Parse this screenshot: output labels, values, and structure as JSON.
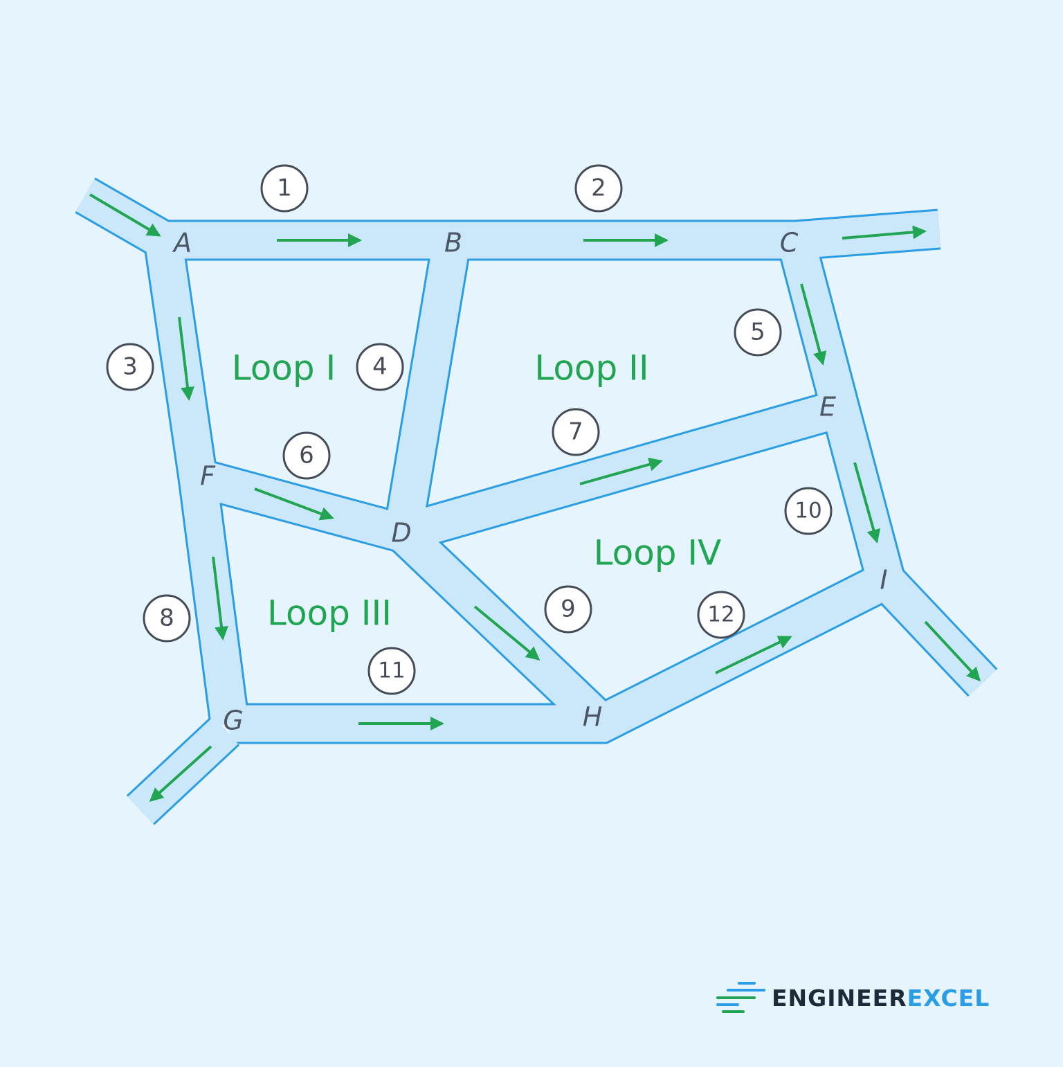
{
  "diagram": {
    "nodes": [
      {
        "id": "A",
        "label": "A"
      },
      {
        "id": "B",
        "label": "B"
      },
      {
        "id": "C",
        "label": "C"
      },
      {
        "id": "D",
        "label": "D"
      },
      {
        "id": "E",
        "label": "E"
      },
      {
        "id": "F",
        "label": "F"
      },
      {
        "id": "G",
        "label": "G"
      },
      {
        "id": "H",
        "label": "H"
      },
      {
        "id": "I",
        "label": "I"
      }
    ],
    "pipes": [
      {
        "number": "1",
        "from": "A",
        "to": "B"
      },
      {
        "number": "2",
        "from": "B",
        "to": "C"
      },
      {
        "number": "3",
        "from": "A",
        "to": "F"
      },
      {
        "number": "4",
        "from": "B",
        "to": "D"
      },
      {
        "number": "5",
        "from": "C",
        "to": "E"
      },
      {
        "number": "6",
        "from": "F",
        "to": "D"
      },
      {
        "number": "7",
        "from": "D",
        "to": "E"
      },
      {
        "number": "8",
        "from": "F",
        "to": "G"
      },
      {
        "number": "9",
        "from": "D",
        "to": "H"
      },
      {
        "number": "10",
        "from": "E",
        "to": "I"
      },
      {
        "number": "11",
        "from": "G",
        "to": "H"
      },
      {
        "number": "12",
        "from": "H",
        "to": "I"
      }
    ],
    "loops": [
      "Loop I",
      "Loop II",
      "Loop III",
      "Loop IV"
    ],
    "colors": {
      "background": "#e6f5fd",
      "pipe_fill": "#cbe8fa",
      "pipe_outline": "#2a9de5",
      "flow_arrow": "#21a552",
      "label_text": "#4d5665",
      "loop_text": "#21a552"
    }
  },
  "brand": {
    "part1": "ENGINEER",
    "part2": "EXCEL",
    "part1_color": "#1c2b3a",
    "part2_color": "#2a9de5",
    "logo_icon": "speed-lines-icon"
  }
}
